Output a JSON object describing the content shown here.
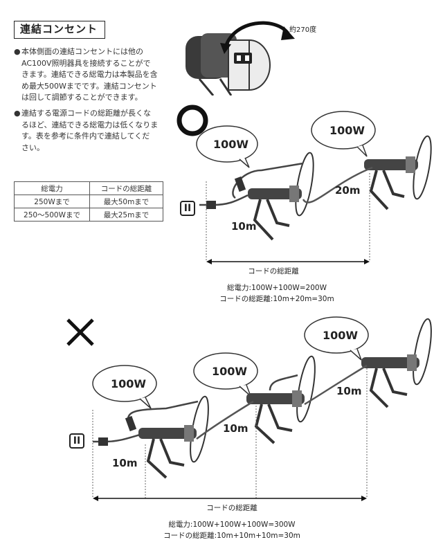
{
  "section": {
    "title": "連結コンセント"
  },
  "bullets": [
    {
      "mark": "●",
      "lines": [
        "本体側面の連結コンセントには他の",
        "AC100V照明器具を接続することがで",
        "きます。連結できる総電力は本製品を含",
        "め最大500Wまでです。連結コンセント",
        "は回して調節することができます。"
      ]
    },
    {
      "mark": "●",
      "lines": [
        "連結する電源コードの総距離が長くな",
        "るほど、連結できる総電力は低くなりま",
        "す。表を参考に条件内で連結してくだ",
        "さい。"
      ]
    }
  ],
  "table": {
    "headers": [
      "総電力",
      "コードの総距離"
    ],
    "rows": [
      [
        "250Wまで",
        "最大50mまで"
      ],
      [
        "250〜500Wまで",
        "最大25mまで"
      ]
    ]
  },
  "rotation_label": "約270度",
  "ok_example": {
    "symbol": "○",
    "plug_mark": "II",
    "bubbles": [
      "100W",
      "100W"
    ],
    "lengths": [
      "10m",
      "20m"
    ],
    "arrow_label": "コードの総距離",
    "total_power": "総電力:100W+100W=200W",
    "total_distance": "コードの総距離:10m+20m=30m"
  },
  "ng_example": {
    "symbol": "×",
    "plug_mark": "II",
    "bubbles": [
      "100W",
      "100W",
      "100W"
    ],
    "lengths": [
      "10m",
      "10m",
      "10m"
    ],
    "arrow_label": "コードの総距離",
    "total_power": "総電力:100W+100W+100W=300W",
    "total_distance": "コードの総距離:10m+10m+10m=30m"
  },
  "icons": {
    "ok": "circle-icon",
    "ng": "cross-icon",
    "plug": "plug-icon",
    "lamp": "clip-lamp-illustration",
    "rotate": "rotation-arrow-icon"
  }
}
